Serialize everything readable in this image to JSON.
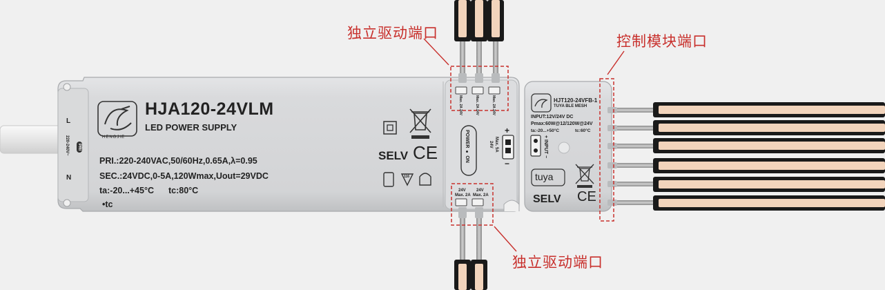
{
  "callouts": {
    "top_driver_port": "独立驱动端口",
    "bottom_driver_port": "独立驱动端口",
    "control_module_port": "控制模块端口"
  },
  "psu": {
    "model": "HJA120-24VLM",
    "subtitle": "LED POWER SUPPLY",
    "brand": "HENGJIE",
    "pri": "PRI.:220-240VAC,50/60Hz,0.65A,λ=0.95",
    "sec": "SEC.:24VDC,0-5A,120Wmax,Uout=29VDC",
    "ta": "ta:-20...+45°C",
    "tc": "tc:80°C",
    "tc_point": "•tc",
    "selv": "SELV",
    "ce": "CE",
    "input_l": "L",
    "input_n": "N",
    "input_voltage": "220-240V~",
    "pri_badge": "PRI",
    "power_on_label": "POWER ● ON",
    "out_24v": "24V",
    "out_max": "Max. 5A",
    "plus": "+",
    "minus": "−",
    "top_port_labels": [
      "Max. 2A 24V",
      "Max. 2A 24V",
      "Max. 2A 24V"
    ],
    "bottom_port_labels": [
      {
        "v": "24V",
        "a": "Max. 2A"
      },
      {
        "v": "24V",
        "a": "Max. 2A"
      }
    ],
    "marks": [
      "116"
    ]
  },
  "module": {
    "model": "HJT120-24VFB-1",
    "subtitle": "TUYA BLE MESH",
    "input": "INPUT:12V/24V DC",
    "pmax": "Pmax:60W@12/120W@24V",
    "ta": "ta:-20...+50°C",
    "tc": "tc:60°C",
    "input_label": "+ INPUT −",
    "tuya": "tuya",
    "selv": "SELV",
    "ce": "CE"
  },
  "colors": {
    "callout": "#c8302c",
    "housing": "#d6d8da",
    "strip_core": "#f2d4bc",
    "strip_frame": "#1a1a1a"
  }
}
